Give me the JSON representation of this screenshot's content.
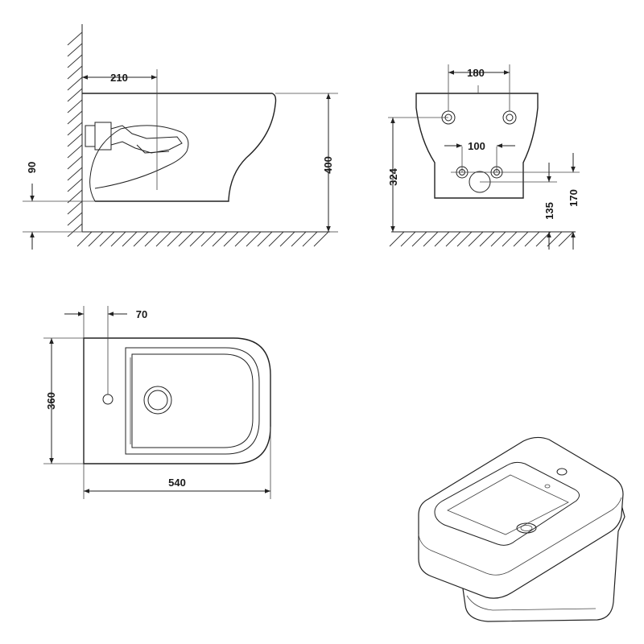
{
  "dimensions": {
    "side_depth": "210",
    "side_floor_height": "90",
    "side_height": "400",
    "front_inlet_spacing": "180",
    "front_outlet_spacing": "100",
    "front_height": "324",
    "front_lower": "135",
    "front_upper": "170",
    "top_tap_offset": "70",
    "top_width": "360",
    "top_length": "540"
  },
  "colors": {
    "line": "#222222",
    "background": "#ffffff"
  }
}
